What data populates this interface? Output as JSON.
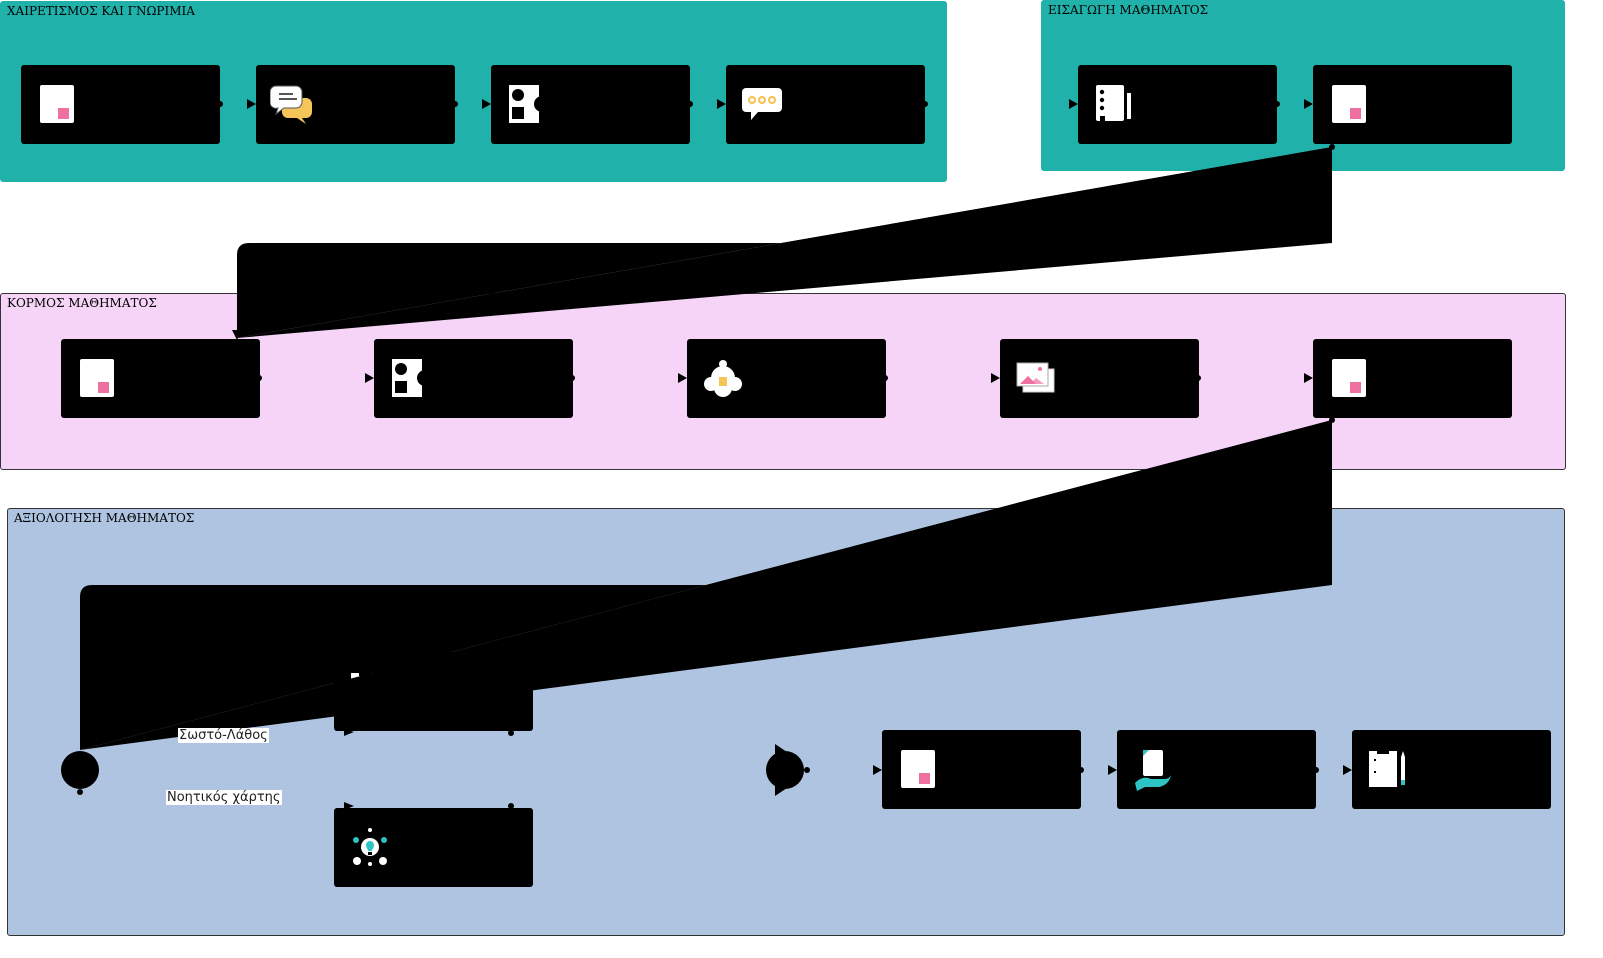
{
  "lanes": {
    "greeting": "ΧΑΙΡΕΤΙΣΜΟΣ ΚΑΙ ΓΝΩΡΙΜΙΑ",
    "intro": "ΕΙΣΑΓΩΓΗ ΜΑΘΗΜΑΤΟΣ",
    "body": "ΚΟΡΜΟΣ ΜΑΘΗΜΑΤΟΣ",
    "assessment": "ΑΞΙΟΛΟΓΗΣΗ ΜΑΘΗΜΑΤΟΣ"
  },
  "colors": {
    "greeting_lane": "#20b2aa",
    "intro_lane": "#20b2aa",
    "body_lane": "#f5d4f8",
    "assessment_lane": "#afc4e0",
    "node_fill": "#000000",
    "accent_pink": "#ef6fa0",
    "accent_teal": "#2ec4c4",
    "accent_yellow": "#f6c55a"
  },
  "nodes": [
    {
      "id": "g1",
      "icon": "document-icon"
    },
    {
      "id": "g2",
      "icon": "chat-bubbles-icon"
    },
    {
      "id": "g3",
      "icon": "shapes-icon"
    },
    {
      "id": "g4",
      "icon": "speech-bubble-icon"
    },
    {
      "id": "i1",
      "icon": "book-icon"
    },
    {
      "id": "i2",
      "icon": "document-icon"
    },
    {
      "id": "b1",
      "icon": "document-icon"
    },
    {
      "id": "b2",
      "icon": "shapes-icon"
    },
    {
      "id": "b3",
      "icon": "idea-cloud-icon"
    },
    {
      "id": "b4",
      "icon": "image-gallery-icon"
    },
    {
      "id": "b5",
      "icon": "document-icon"
    },
    {
      "id": "a1",
      "icon": "checklist-pencil-icon"
    },
    {
      "id": "a2",
      "icon": "lightbulb-network-icon"
    },
    {
      "id": "a3",
      "icon": "document-icon"
    },
    {
      "id": "a4",
      "icon": "hand-document-icon"
    },
    {
      "id": "a5",
      "icon": "checklist-pencil-icon"
    }
  ],
  "edge_labels": {
    "true_false": "Σωστό-Λάθος",
    "concept_map": "Νοητικός χάρτης"
  }
}
